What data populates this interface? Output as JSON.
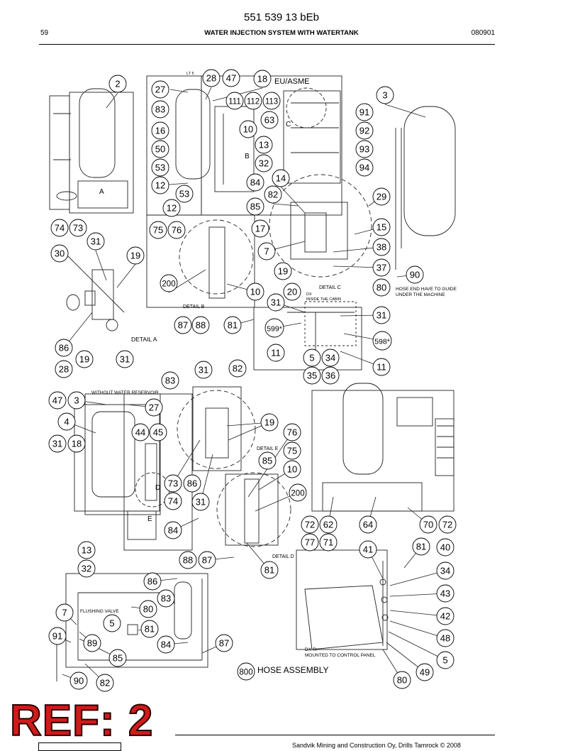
{
  "header": {
    "doc_number": "551 539 13 bEb",
    "page": "59",
    "title": "WATER INJECTION SYSTEM WITH WATERTANK",
    "date": "080901"
  },
  "labels": {
    "eu_asme": "EU/ASME",
    "lt5": "LT 5",
    "detail_a": "DETAIL A",
    "detail_b": "DETAIL B",
    "detail_c": "DETAIL C",
    "detail_d": "DETAIL D",
    "detail_e": "DETAIL E",
    "letter_a": "A",
    "letter_b": "B",
    "letter_c": "C",
    "letter_d": "D",
    "letter_e": "E",
    "dx_inside_1": "DX",
    "dx_inside_2": "INSIDE THE CABIN",
    "hose_end_1": "HOSE END HAVE TO GUIDE",
    "hose_end_2": "UNDER THE MACHINE",
    "without_reservoir": "WITHOUT WATER RESERVOIR",
    "flushing_valve": "FLUSHING VALVE",
    "dxr_1": "DX-R:",
    "dxr_2": "MOUNTED TO CONTROL PANEL",
    "hose_assembly": "HOSE ASSEMBLY"
  },
  "callouts": [
    "2",
    "27",
    "28",
    "47",
    "18",
    "83",
    "111",
    "112",
    "113",
    "3",
    "16",
    "63",
    "91",
    "10",
    "92",
    "50",
    "13",
    "93",
    "53",
    "32",
    "94",
    "12",
    "84",
    "14",
    "53",
    "82",
    "29",
    "12",
    "85",
    "74",
    "73",
    "75",
    "76",
    "17",
    "15",
    "31",
    "30",
    "19",
    "7",
    "38",
    "37",
    "19",
    "90",
    "200",
    "10",
    "80",
    "20",
    "31",
    "87",
    "88",
    "81",
    "31",
    "599*",
    "598*",
    "86",
    "11",
    "5",
    "34",
    "19",
    "31",
    "11",
    "28",
    "35",
    "36",
    "83",
    "31",
    "82",
    "47",
    "3",
    "27",
    "4",
    "44",
    "45",
    "19",
    "31",
    "18",
    "76",
    "75",
    "85",
    "10",
    "73",
    "86",
    "200",
    "74",
    "31",
    "84",
    "72",
    "62",
    "64",
    "70",
    "72",
    "77",
    "71",
    "13",
    "41",
    "81",
    "40",
    "88",
    "87",
    "32",
    "81",
    "34",
    "86",
    "83",
    "43",
    "7",
    "80",
    "42",
    "5",
    "81",
    "91",
    "89",
    "48",
    "84",
    "87",
    "85",
    "5",
    "90",
    "82",
    "49",
    "80",
    "800"
  ],
  "footer": {
    "ref": "REF: 2",
    "copyright": "Sandvik Mining and Construction Oy, Drills Tamrock © 2008"
  }
}
